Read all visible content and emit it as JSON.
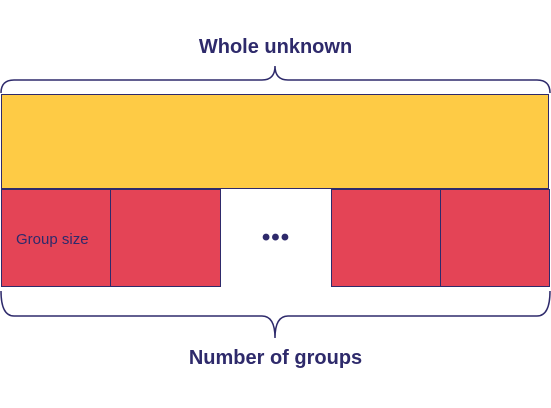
{
  "diagram": {
    "top_label": "Whole unknown",
    "bottom_label": "Number of groups",
    "group_label": "Group size",
    "ellipsis": "•••",
    "colors": {
      "whole_bar": "#fecb45",
      "group_box": "#e44456",
      "outline": "#2e2a6b",
      "text": "#2e2a6b"
    }
  }
}
